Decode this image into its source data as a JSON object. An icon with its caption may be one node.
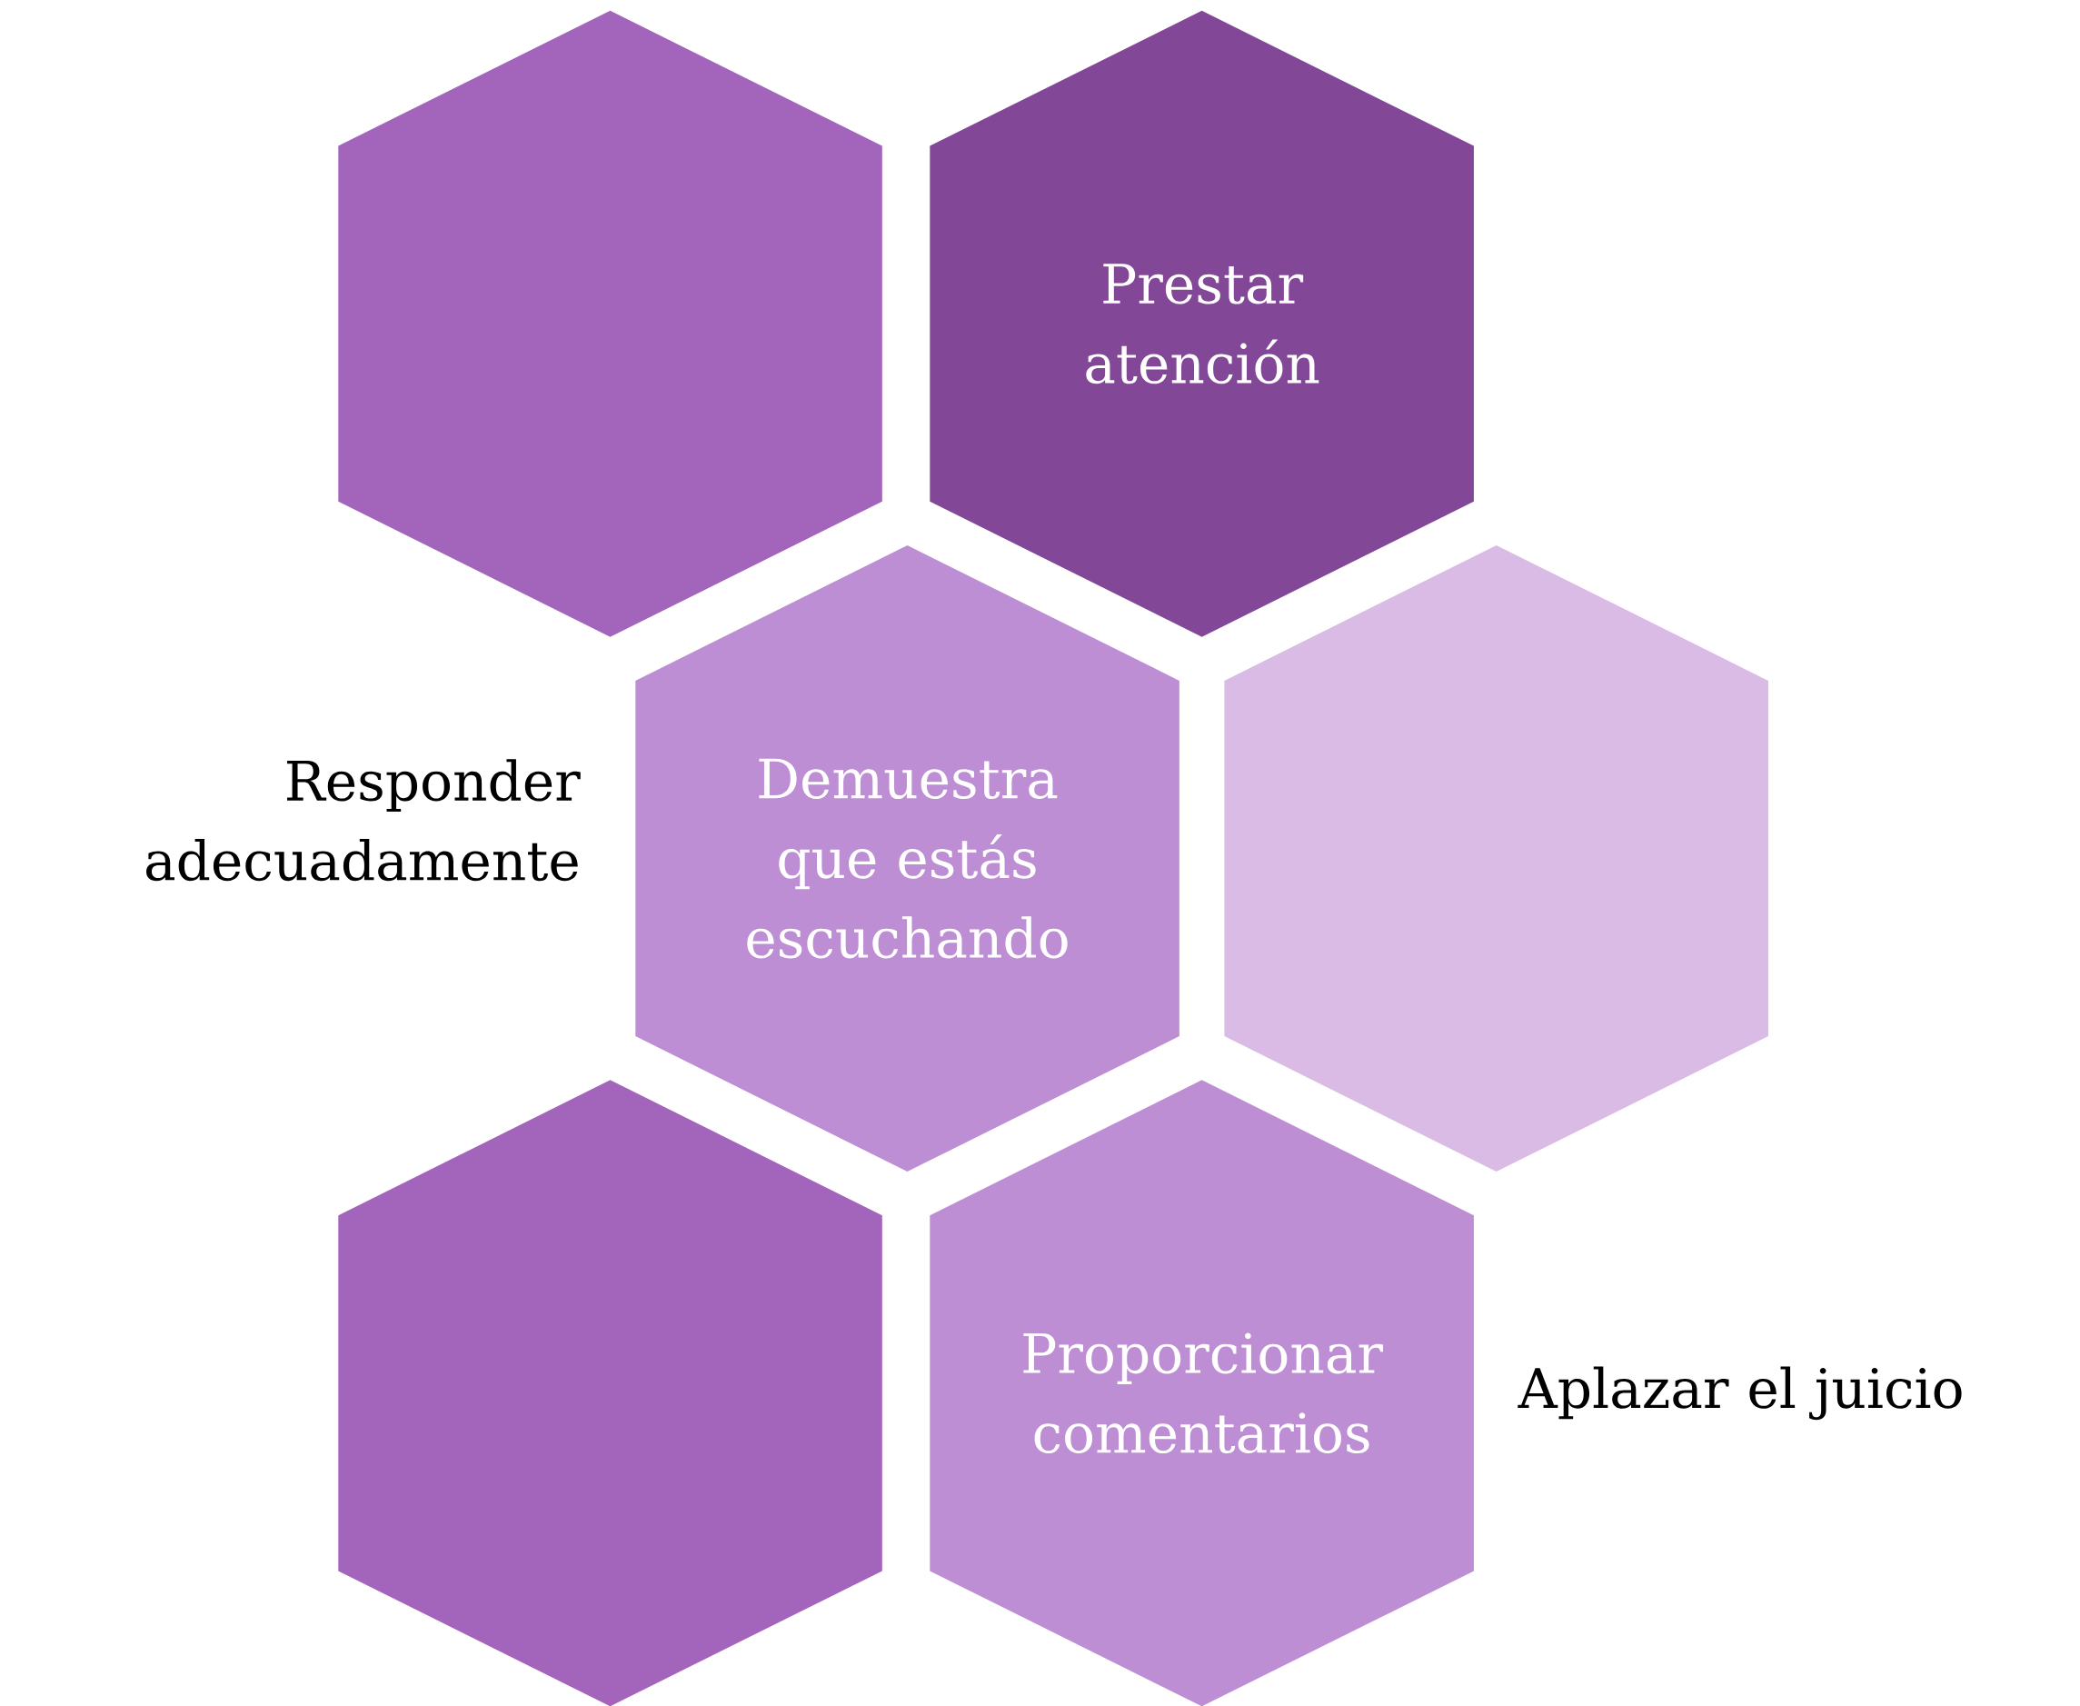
{
  "diagram": {
    "nodes": [
      {
        "text": [],
        "shape": "hexagon"
      },
      {
        "text": [
          "Prestar atención"
        ]
      },
      {
        "text": [
          "Demuestra que estás escuchando"
        ]
      },
      {
        "text": [],
        "shape": "hexagon"
      },
      {
        "text": [],
        "shape": "hexagon"
      },
      {
        "text": [
          "Proporcionar comentarios"
        ]
      }
    ],
    "edges": [],
    "labels": [
      "Responder adecuadamente",
      "Aplazar el juicio"
    ]
  }
}
